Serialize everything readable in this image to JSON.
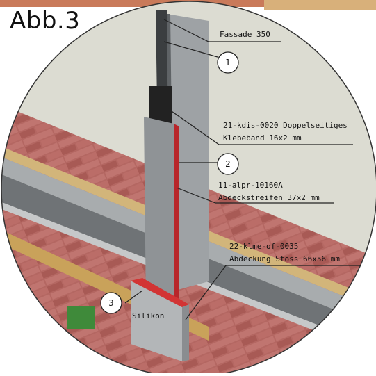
{
  "figure": {
    "title": "Abb.3",
    "callouts": [
      {
        "id": "1",
        "number": "1",
        "lines": [
          "Fassade 350"
        ]
      },
      {
        "id": "2",
        "number": "2",
        "lines": [
          "21-kdis-0020 Doppelseitiges",
          "Klebeband 16x2 mm"
        ]
      },
      {
        "id": "3",
        "number": "3",
        "lines": [
          "11-alpr-10160A",
          "Abdeckstreifen 37x2 mm"
        ]
      },
      {
        "id": "4",
        "number": "",
        "lines": [
          "22-klme-of-0035",
          "Abdeckung Stoss 66x56 mm"
        ]
      }
    ],
    "inline_label": "Silikon",
    "colors": {
      "background": "#dcdcd2",
      "brick": "#b05a56",
      "panel": "#8e9294",
      "sealant": "#c0282b",
      "timber": "#c9a25a"
    }
  }
}
